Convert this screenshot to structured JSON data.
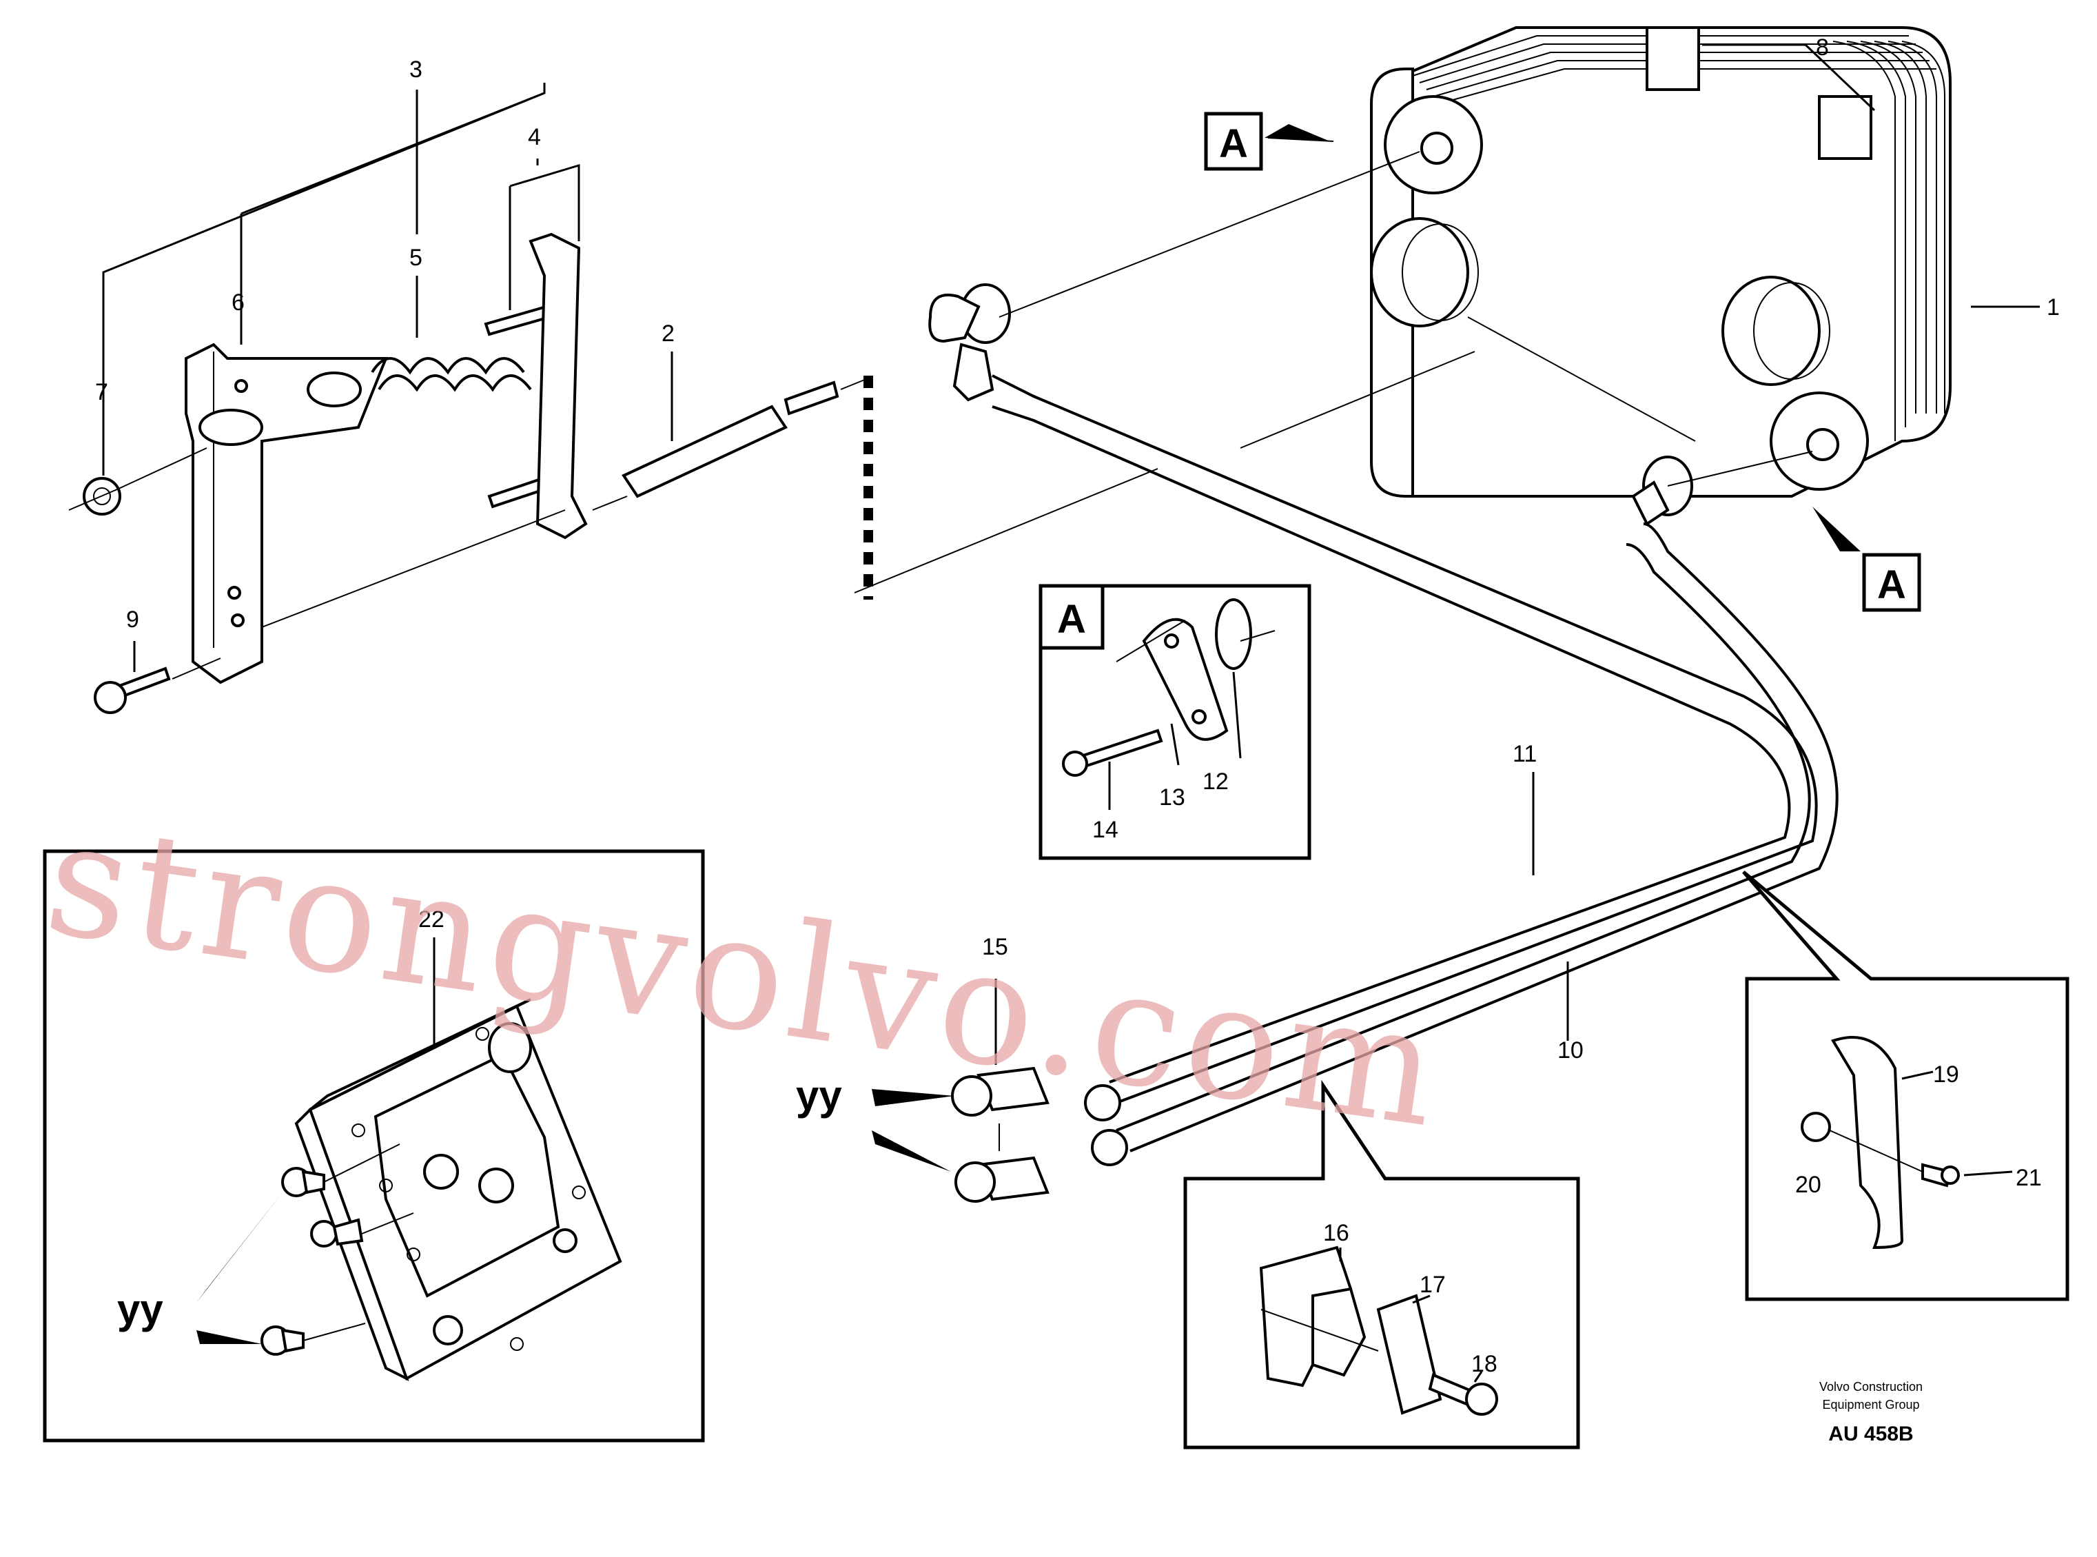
{
  "labels": {
    "p1": "1",
    "p2": "2",
    "p3": "3",
    "p4": "4",
    "p5": "5",
    "p6": "6",
    "p7": "7",
    "p8": "8",
    "p9": "9",
    "p10": "10",
    "p11": "11",
    "p12": "12",
    "p13": "13",
    "p14": "14",
    "p15": "15",
    "p16": "16",
    "p17": "17",
    "p18": "18",
    "p19": "19",
    "p20": "20",
    "p21": "21",
    "p22": "22"
  },
  "callouts": {
    "a": "A",
    "yy": "yy"
  },
  "footer": {
    "line1": "Volvo Construction",
    "line2": "Equipment Group",
    "code": "AU 458B"
  },
  "watermark": "strongvolvo.com"
}
